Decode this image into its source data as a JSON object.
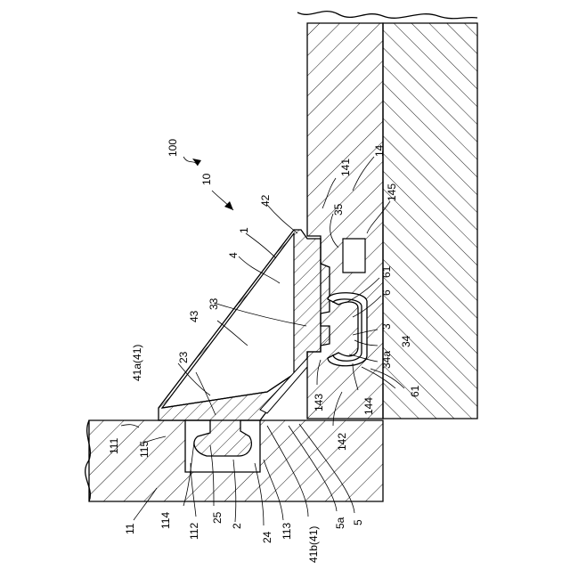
{
  "figure": {
    "labels": {
      "l100": "100",
      "l10": "10",
      "l141": "141",
      "l14": "14",
      "l145": "145",
      "l42": "42",
      "l35": "35",
      "l1": "1",
      "l4": "4",
      "l61a": "61",
      "l6": "6",
      "l33": "33",
      "l43": "43",
      "l3": "3",
      "l34": "34",
      "l34a": "34a",
      "l23": "23",
      "l41a": "41a(41)",
      "l61b": "61",
      "l143": "143",
      "l144": "144",
      "l142": "142",
      "l111": "111",
      "l115": "115",
      "l114": "114",
      "l112": "112",
      "l25": "25",
      "l2": "2",
      "l24": "24",
      "l113": "113",
      "l41b": "41b(41)",
      "l5a": "5a",
      "l5": "5",
      "l11": "11"
    }
  }
}
